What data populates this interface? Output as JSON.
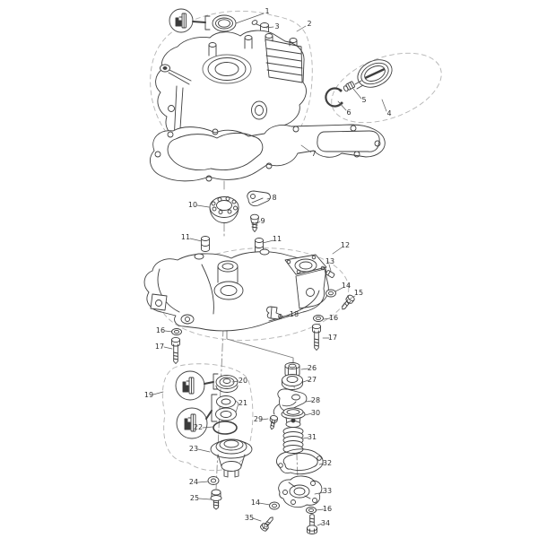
{
  "page": {
    "background": "#ffffff"
  },
  "diagram": {
    "kind": "exploded-parts-diagram",
    "subject": "engine crankcase, cover, oil seals and mount hardware",
    "line_color": "#3f3f3f",
    "dash_color": "#b3b3b3",
    "label_color": "#2e2e2e",
    "visible_part_numbers": [
      "1",
      "2",
      "3",
      "4",
      "5",
      "6",
      "7",
      "8",
      "9",
      "10",
      "11",
      "12",
      "13",
      "14",
      "15",
      "16",
      "17",
      "18",
      "19",
      "20",
      "21",
      "22",
      "23",
      "24",
      "25",
      "26",
      "27",
      "28",
      "29",
      "30",
      "31",
      "32",
      "33",
      "34",
      "35"
    ]
  },
  "labels": {
    "l1": {
      "text": "1"
    },
    "l2": {
      "text": "2"
    },
    "l3": {
      "text": "3"
    },
    "l4": {
      "text": "4"
    },
    "l5": {
      "text": "5"
    },
    "l6": {
      "text": "6"
    },
    "l7": {
      "text": "7"
    },
    "l8": {
      "text": "8"
    },
    "l9": {
      "text": "9"
    },
    "l10": {
      "text": "10"
    },
    "l11a": {
      "text": "11"
    },
    "l11b": {
      "text": "11"
    },
    "l12": {
      "text": "12"
    },
    "l13": {
      "text": "13"
    },
    "l14a": {
      "text": "14"
    },
    "l15": {
      "text": "15"
    },
    "l16a": {
      "text": "16"
    },
    "l17a": {
      "text": "17"
    },
    "l18": {
      "text": "18"
    },
    "l16b": {
      "text": "16"
    },
    "l17b": {
      "text": "17"
    },
    "l19": {
      "text": "19"
    },
    "l20": {
      "text": "20"
    },
    "l21": {
      "text": "21"
    },
    "l22": {
      "text": "22"
    },
    "l23": {
      "text": "23"
    },
    "l24": {
      "text": "24"
    },
    "l25": {
      "text": "25"
    },
    "l26": {
      "text": "26"
    },
    "l27": {
      "text": "27"
    },
    "l28": {
      "text": "28"
    },
    "l29": {
      "text": "29"
    },
    "l30": {
      "text": "30"
    },
    "l31": {
      "text": "31"
    },
    "l32": {
      "text": "32"
    },
    "l33": {
      "text": "33"
    },
    "l14b": {
      "text": "14"
    },
    "l35": {
      "text": "35"
    },
    "l16c": {
      "text": "16"
    },
    "l34": {
      "text": "34"
    }
  }
}
